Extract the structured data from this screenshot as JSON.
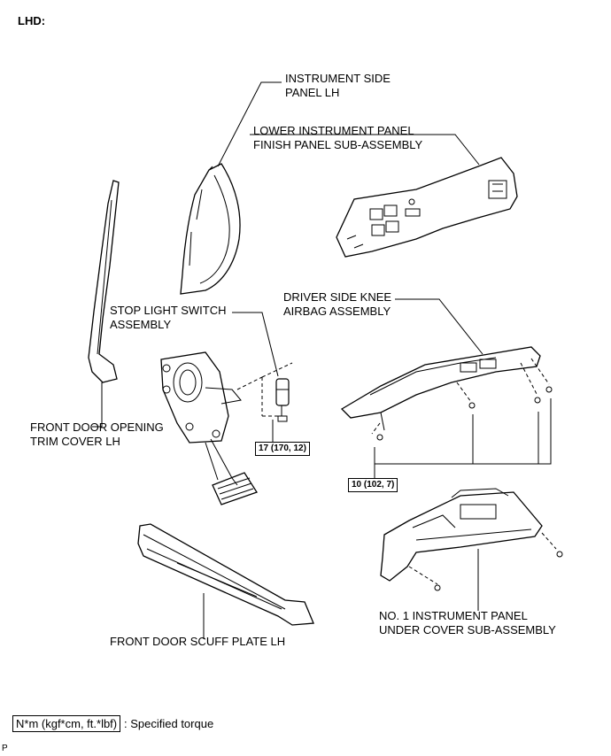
{
  "header": {
    "title": "LHD:"
  },
  "labels": {
    "instrument_side_panel": [
      "INSTRUMENT SIDE",
      "PANEL LH"
    ],
    "lower_finish_panel": [
      "LOWER INSTRUMENT PANEL",
      "FINISH PANEL SUB-ASSEMBLY"
    ],
    "stop_light_switch": [
      "STOP LIGHT SWITCH",
      "ASSEMBLY"
    ],
    "knee_airbag": [
      "DRIVER SIDE KNEE",
      "AIRBAG ASSEMBLY"
    ],
    "door_opening_trim": [
      "FRONT DOOR OPENING",
      "TRIM COVER LH"
    ],
    "under_cover": [
      "NO. 1 INSTRUMENT PANEL",
      "UNDER COVER SUB-ASSEMBLY"
    ],
    "scuff_plate": [
      "FRONT DOOR SCUFF PLATE LH"
    ]
  },
  "torque": {
    "stop_light": "17 (170, 12)",
    "knee_airbag": "10 (102, 7)"
  },
  "legend": {
    "box": "N*m (kgf*cm, ft.*lbf)",
    "text": ": Specified torque"
  },
  "corner_mark": "P"
}
